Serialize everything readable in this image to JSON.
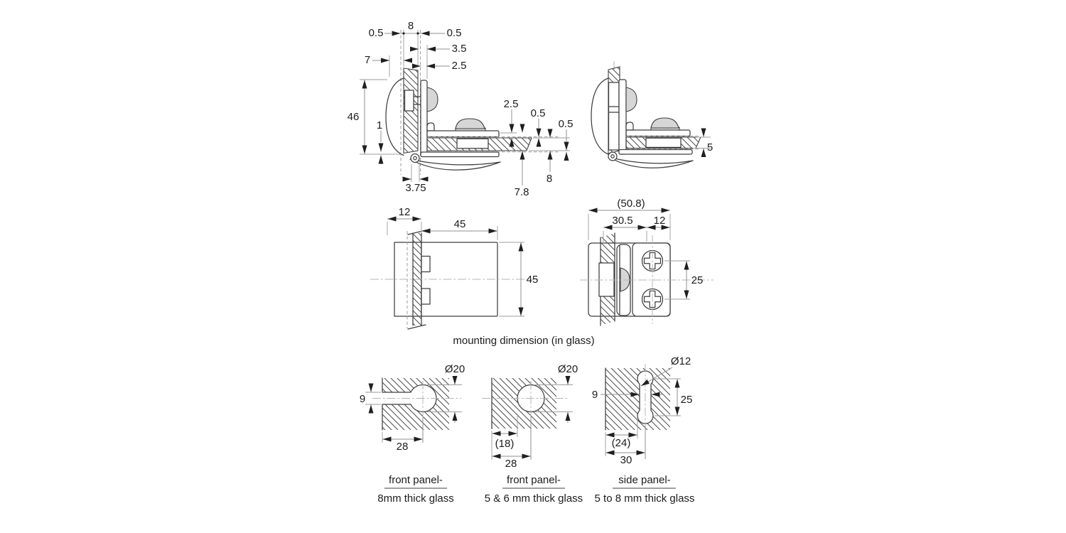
{
  "caption": "mounting dimension (in glass)",
  "colors": {
    "outline": "#3f3f3f",
    "dimension_line": "#8f8f8f",
    "arrow": "#1f1f1f",
    "text": "#1c1c1c",
    "centerline": "#b5b5b5",
    "fill_gray": "#d6d6d6",
    "background": "#ffffff"
  },
  "views": {
    "corner_front": {
      "title": "corner hinge section - front panel",
      "dims": {
        "gap_left": "0.5",
        "glass_thickness": "8",
        "gap_right": "0.5",
        "offset_35": "3.5",
        "clamp_7": "7",
        "offset_25": "2.5",
        "height_46": "46",
        "gap_1": "1",
        "pin_375": "3.75",
        "top_25": "2.5",
        "gasket_top_05": "0.5",
        "gasket_bot_05": "0.5",
        "glass_h_8": "8",
        "depth_78": "7.8"
      }
    },
    "corner_side": {
      "title": "corner hinge section - side panel",
      "dims": {
        "glass_5": "5"
      }
    },
    "clamp_side": {
      "title": "clamp side view",
      "dims": {
        "overlap_12": "12",
        "width_45": "45",
        "height_45": "45"
      }
    },
    "clamp_front": {
      "title": "clamp front view",
      "dims": {
        "total_508": "(50.8)",
        "left_305": "30.5",
        "right_12": "12",
        "screw_spacing_25": "25"
      }
    },
    "cutout_front_8": {
      "dims": {
        "dia": "Ø20",
        "slot_9": "9",
        "center_28": "28"
      },
      "caption_line1": "front panel-",
      "caption_line2": "8mm thick glass"
    },
    "cutout_front_56": {
      "dims": {
        "dia": "Ø20",
        "edge_18": "(18)",
        "center_28": "28"
      },
      "caption_line1": "front panel-",
      "caption_line2": "5 & 6 mm thick glass"
    },
    "cutout_side": {
      "dims": {
        "dia": "Ø12",
        "neck_9": "9",
        "spacing_25": "25",
        "edge_24": "(24)",
        "center_30": "30"
      },
      "caption_line1": "side panel-",
      "caption_line2": "5 to 8 mm thick glass"
    }
  }
}
